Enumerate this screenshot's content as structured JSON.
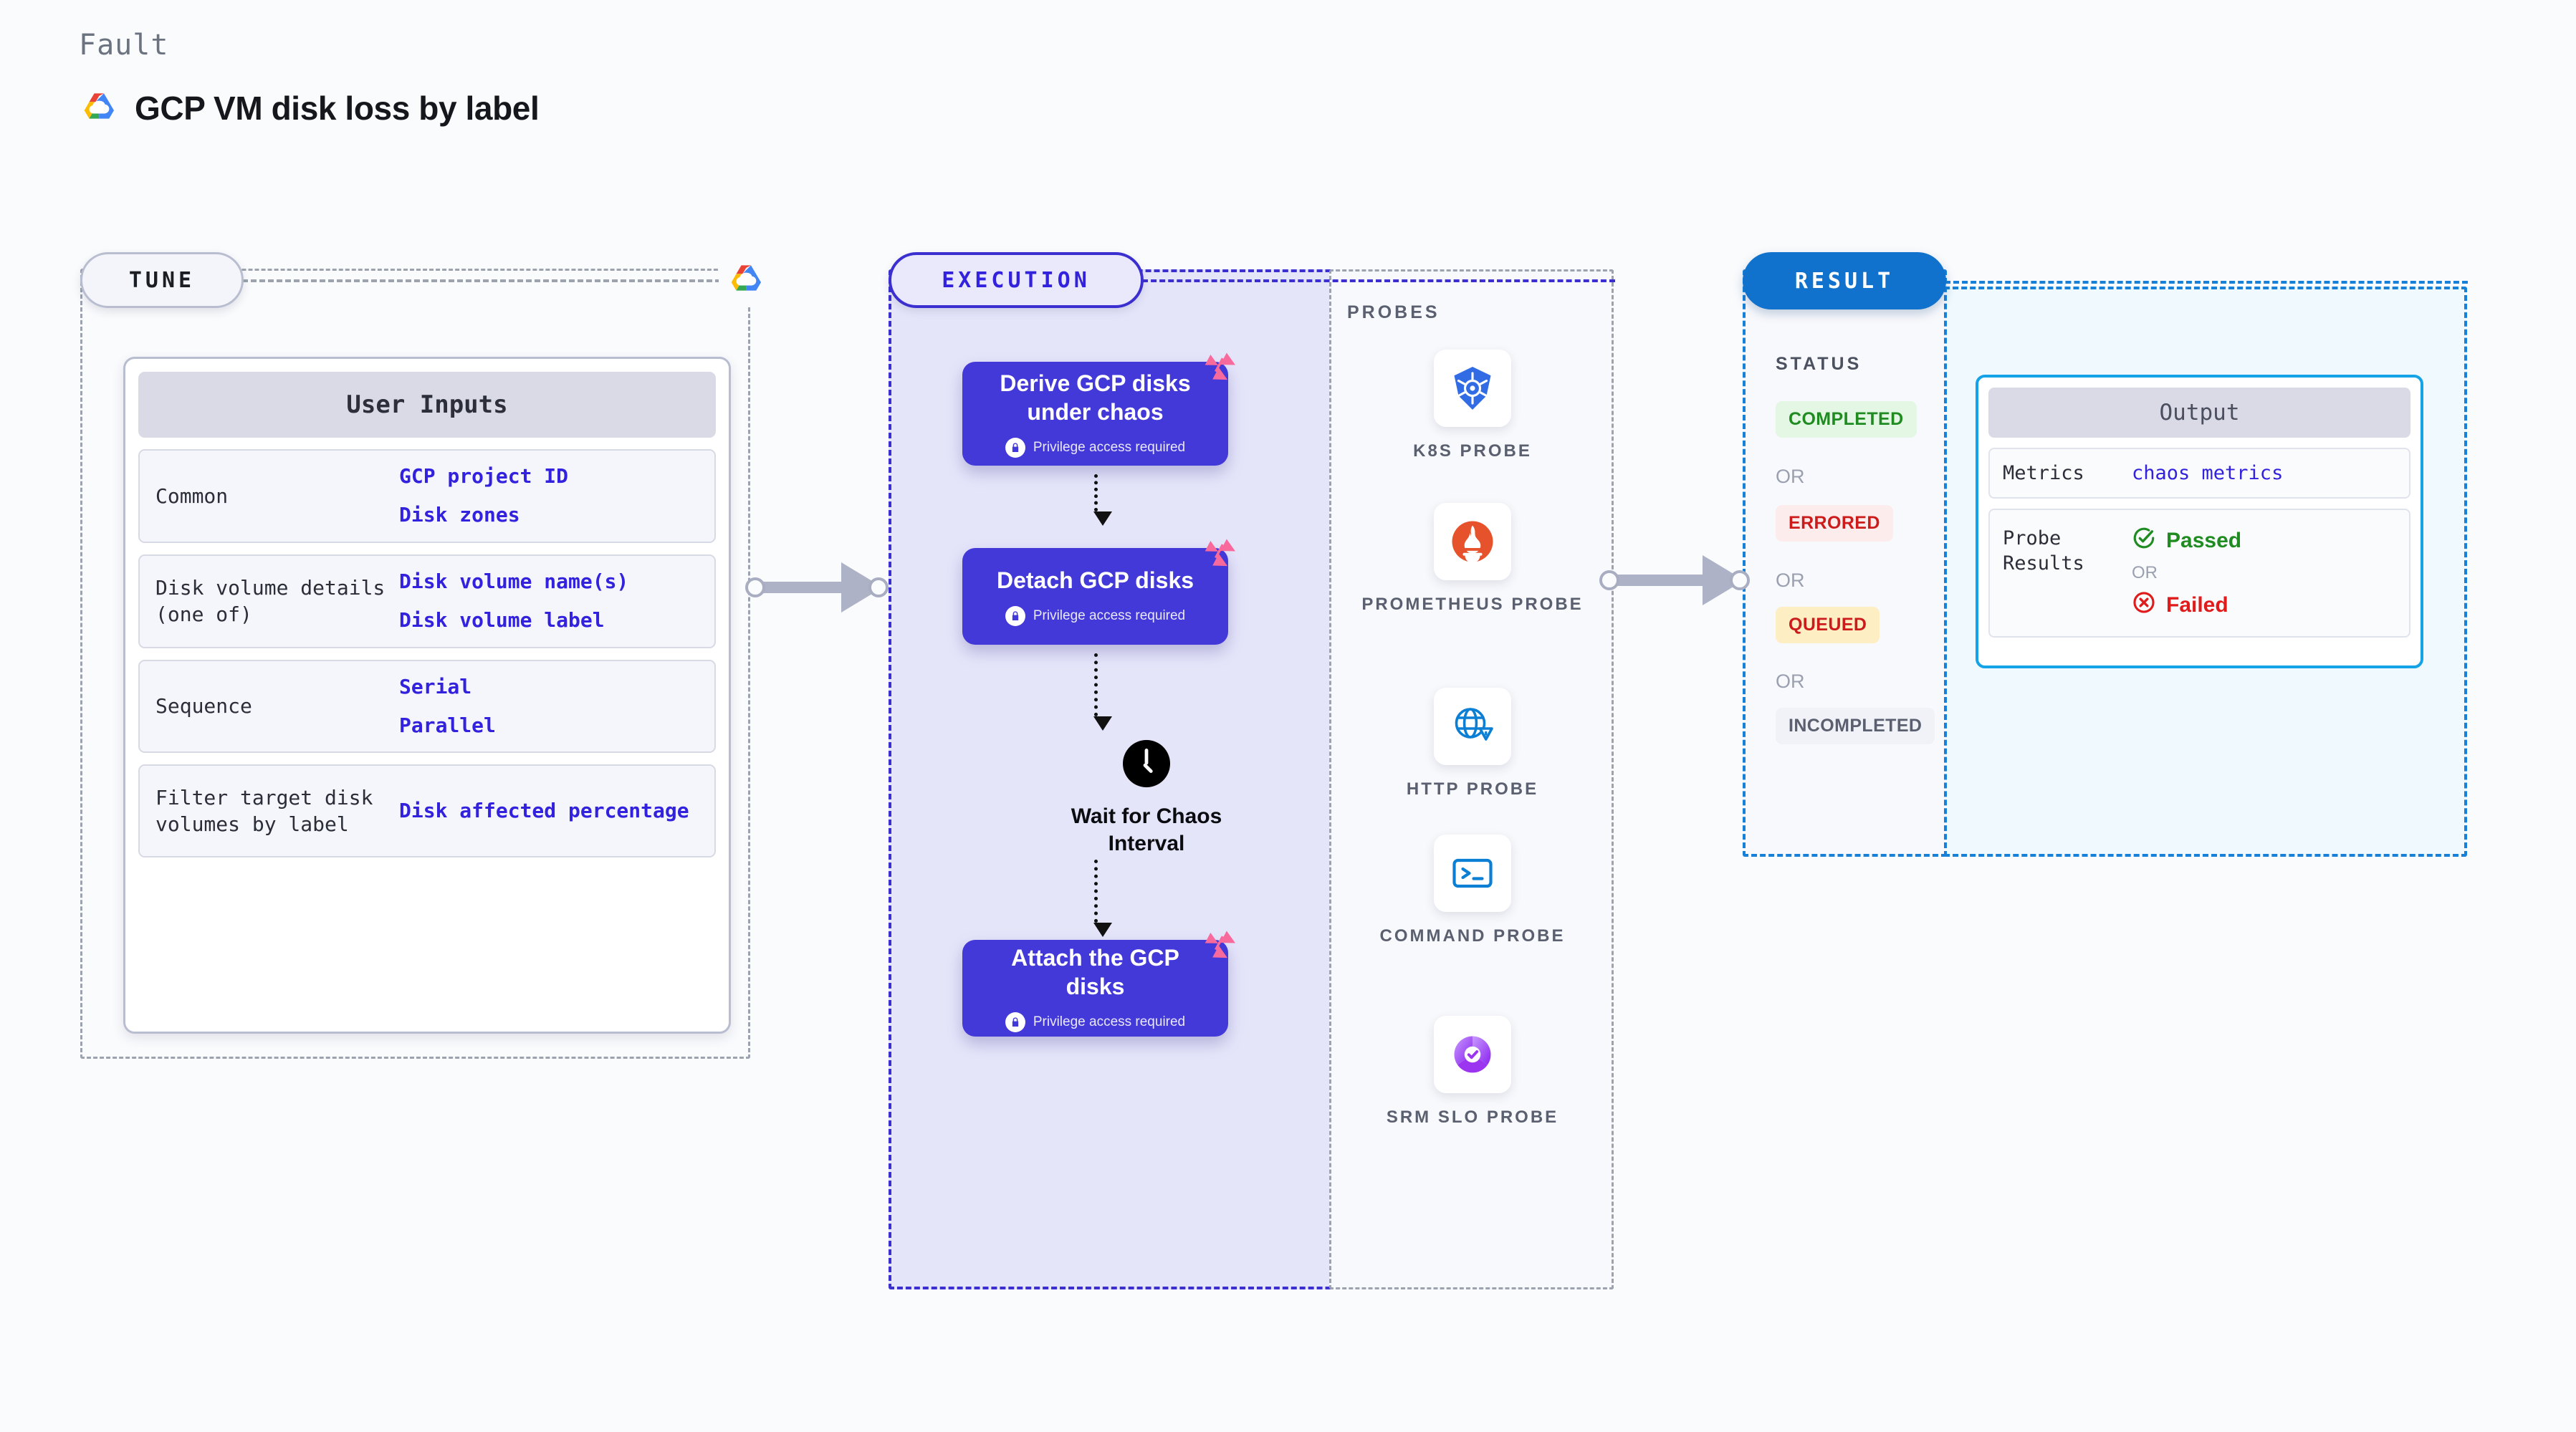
{
  "header": {
    "kicker": "Fault",
    "title": "GCP VM disk loss by label",
    "logo_icon": "gcp-logo-icon"
  },
  "tune": {
    "badge": "TUNE",
    "corner_icon": "gcp-logo-icon",
    "card_title": "User Inputs",
    "rows": [
      {
        "label": "Common",
        "values": [
          "GCP project ID",
          "Disk zones"
        ]
      },
      {
        "label": "Disk volume details (one of)",
        "values": [
          "Disk volume name(s)",
          "Disk volume label"
        ]
      },
      {
        "label": "Sequence",
        "values": [
          "Serial",
          "Parallel"
        ]
      },
      {
        "label": "Filter target disk volumes by label",
        "values": [
          "Disk affected percentage"
        ]
      }
    ]
  },
  "execution": {
    "badge": "EXECUTION",
    "privilege_note": "Privilege access required",
    "steps": [
      {
        "title": "Derive GCP disks under chaos",
        "privileged": true,
        "icon": "litmus-logo-icon"
      },
      {
        "title": "Detach GCP disks",
        "privileged": true,
        "icon": "litmus-logo-icon"
      },
      {
        "title": "Attach the GCP disks",
        "privileged": true,
        "icon": "litmus-logo-icon"
      }
    ],
    "wait": {
      "label": "Wait for Chaos Interval",
      "icon": "clock-icon"
    }
  },
  "probes": {
    "title": "PROBES",
    "items": [
      {
        "name": "K8S PROBE",
        "icon": "kubernetes-icon"
      },
      {
        "name": "PROMETHEUS PROBE",
        "icon": "prometheus-icon"
      },
      {
        "name": "HTTP PROBE",
        "icon": "http-globe-warning-icon"
      },
      {
        "name": "COMMAND PROBE",
        "icon": "terminal-icon"
      },
      {
        "name": "SRM SLO PROBE",
        "icon": "srm-slo-icon"
      }
    ]
  },
  "result": {
    "badge": "RESULT",
    "status_title": "STATUS",
    "or_text": "OR",
    "statuses": [
      {
        "label": "COMPLETED",
        "bg": "#e4f7e4",
        "fg": "#1f8b21"
      },
      {
        "label": "ERRORED",
        "bg": "#fdecec",
        "fg": "#cc1b1b"
      },
      {
        "label": "QUEUED",
        "bg": "#fdeec4",
        "fg": "#cc1b1b"
      },
      {
        "label": "INCOMPLETED",
        "bg": "#f1f2f7",
        "fg": "#5b6070"
      }
    ],
    "output": {
      "title": "Output",
      "metrics_label": "Metrics",
      "metrics_value": "chaos metrics",
      "probe_label": "Probe Results",
      "passed": "Passed",
      "failed": "Failed",
      "or_text": "OR",
      "passed_icon": "check-circle-icon",
      "failed_icon": "x-circle-icon"
    }
  },
  "colors": {
    "execution_purple": "#4338d8",
    "result_blue": "#1072cd",
    "value_blue": "#3322dd",
    "passed_green": "#1f8b21",
    "failed_red": "#e01b1b",
    "litmus_pink": "#f8699c"
  }
}
